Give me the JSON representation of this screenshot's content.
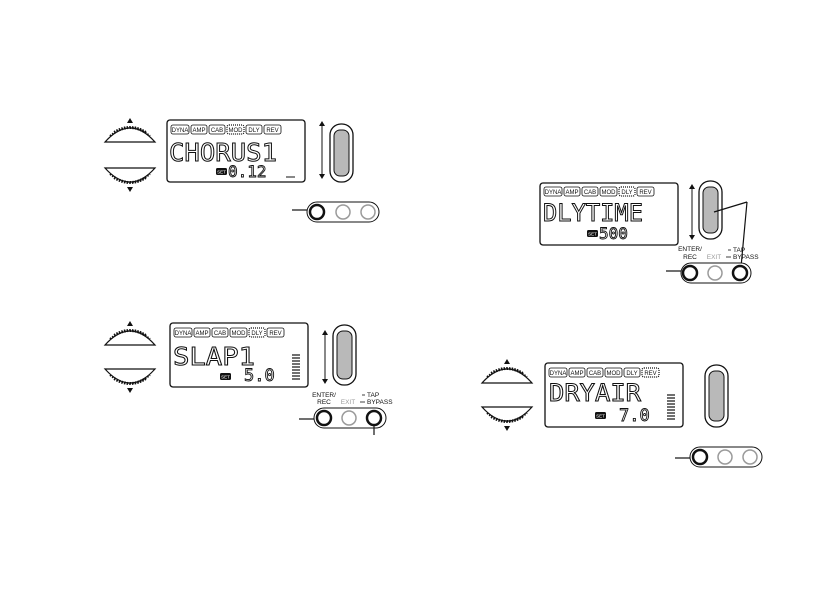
{
  "colors": {
    "ink": "#111111",
    "lcd_bg": "#ffffff",
    "knob_gray": "#b9b9b9",
    "exit_gray": "#9a9a9a"
  },
  "effect_tabs": [
    "DYNA",
    "AMP",
    "CAB",
    "MOD",
    "DLY",
    "REV"
  ],
  "button_labels": {
    "enter_rec": [
      "ENTER/",
      "REC"
    ],
    "exit": "EXIT",
    "tap": "TAP",
    "bypass": "BYPASS"
  },
  "panels": [
    {
      "id": "chorus",
      "name_text": "CHORUS1",
      "value_text": "0.12",
      "badge": "SET",
      "active_tab": "MOD",
      "show_button_labels": false,
      "show_meter": false,
      "icon_names": [
        "scroll-wheel-icon",
        "rocker-switch-icon"
      ]
    },
    {
      "id": "dlytime",
      "name_text": "DLYTIME",
      "value_text": "500",
      "badge": "SET",
      "active_tab": "DLY",
      "show_button_labels": true,
      "show_meter": false,
      "icon_names": [
        "rocker-switch-icon"
      ]
    },
    {
      "id": "slap",
      "name_text": "SLAP1",
      "value_text": "5.0",
      "badge": "SET",
      "active_tab": "DLY",
      "show_button_labels": true,
      "show_meter": true,
      "icon_names": [
        "scroll-wheel-icon",
        "rocker-switch-icon"
      ]
    },
    {
      "id": "dryair",
      "name_text": "DRYAIR",
      "value_text": "7.0",
      "badge": "SET",
      "active_tab": "REV",
      "show_button_labels": false,
      "show_meter": true,
      "icon_names": [
        "scroll-wheel-icon",
        "rocker-switch-icon"
      ]
    }
  ]
}
